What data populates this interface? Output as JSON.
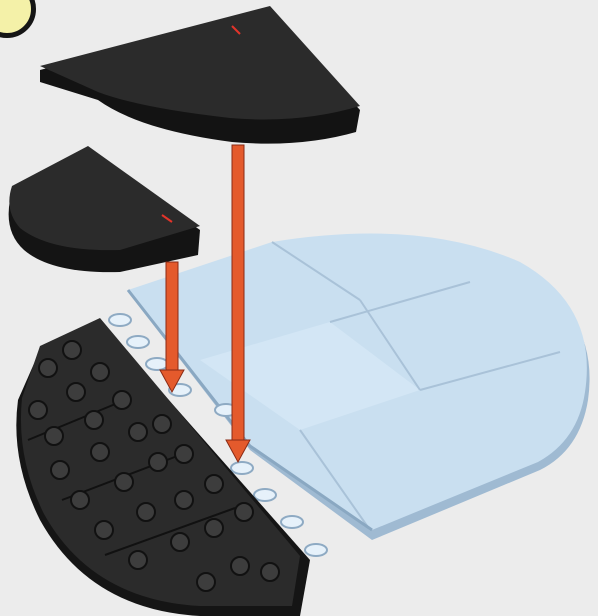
{
  "instruction_step": {
    "number": "",
    "badge_fill": "#f4f1a8",
    "badge_outline": "#151515"
  },
  "colors": {
    "background": "#ececec",
    "baseplate_light_blue": "#c9dff0",
    "baseplate_light_blue_shadow": "#9fbad2",
    "tile_dark_grey": "#2a2a2a",
    "stud_dark": "#3a3a3a",
    "arrow_red_orange": "#e45a2c",
    "axle_mark_red": "#e2342a"
  },
  "parts": {
    "quarter_round_tile_upper": {
      "color": "black",
      "quantity": 1
    },
    "quarter_round_tile_left": {
      "color": "black",
      "quantity": 1
    },
    "light_blue_round_plate": {
      "color": "light-blue"
    },
    "dark_studded_plate": {
      "color": "black"
    }
  },
  "arrows": [
    {
      "name": "arrow-left-tile",
      "icon": "down-arrow-icon"
    },
    {
      "name": "arrow-upper-tile",
      "icon": "down-arrow-icon"
    }
  ]
}
